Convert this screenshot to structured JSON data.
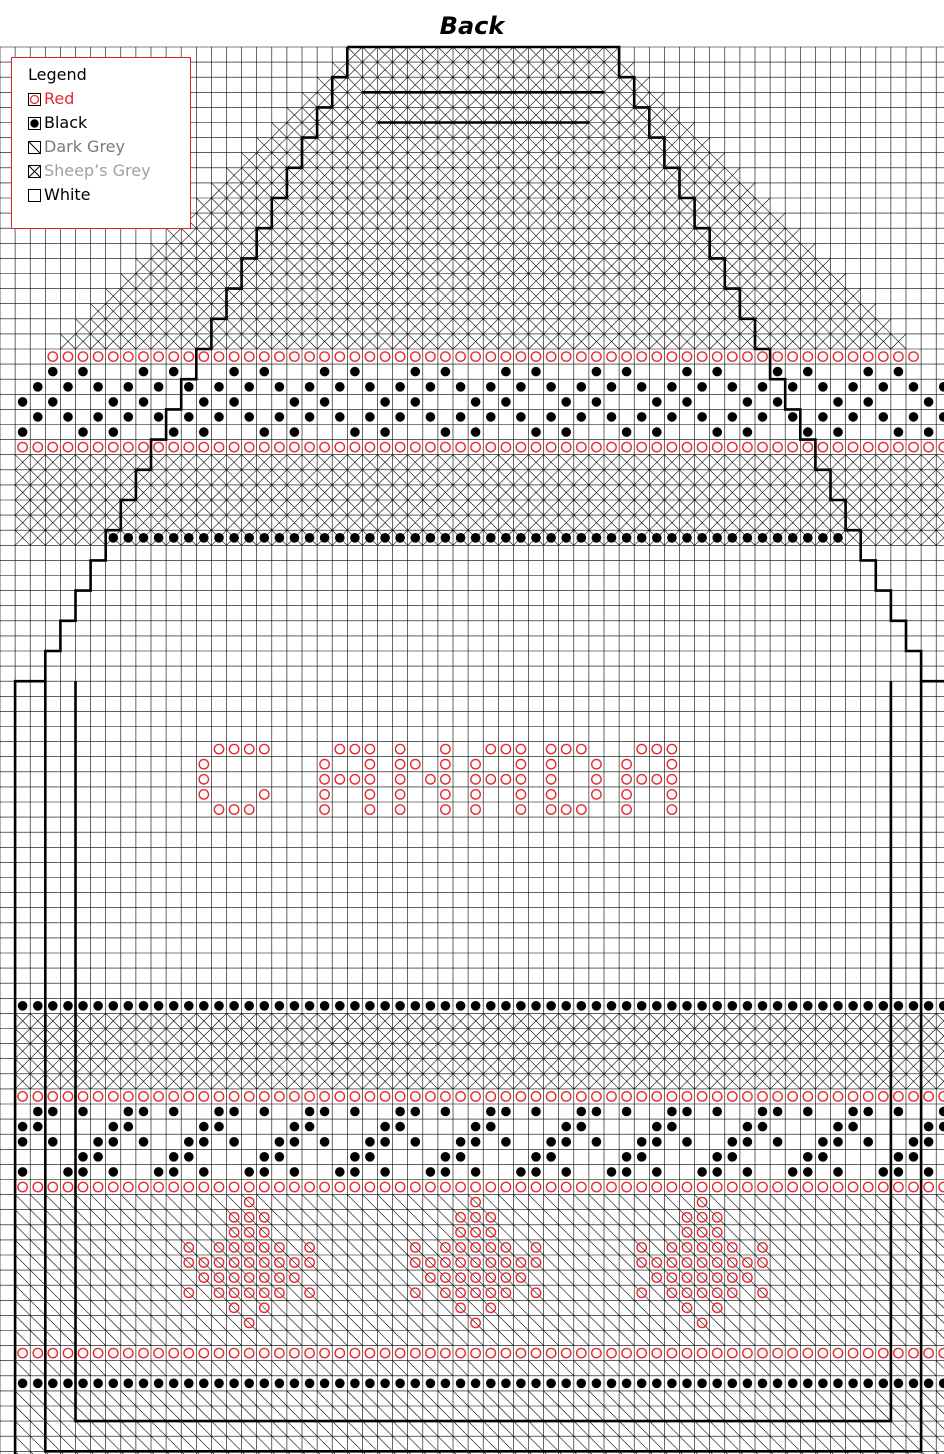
{
  "title": "Back",
  "legend": {
    "heading": "Legend",
    "items": [
      {
        "label": "Red",
        "symbol": "ring",
        "color": "#e8282e",
        "text_color": "#e8282e"
      },
      {
        "label": "Black",
        "symbol": "dot",
        "color": "#000000",
        "text_color": "#000000"
      },
      {
        "label": "Dark Grey",
        "symbol": "diagonal",
        "color": "#000000",
        "text_color": "#7a7a7a"
      },
      {
        "label": "Sheep’s Grey",
        "symbol": "cross",
        "color": "#000000",
        "text_color": "#a0a0a0"
      },
      {
        "label": "White",
        "symbol": "blank",
        "color": "#000000",
        "text_color": "#000000"
      }
    ]
  },
  "chart_data": {
    "type": "knitting-chart",
    "grid": {
      "columns": 63,
      "rows": 95
    },
    "word_motif": "CANADA"
  }
}
